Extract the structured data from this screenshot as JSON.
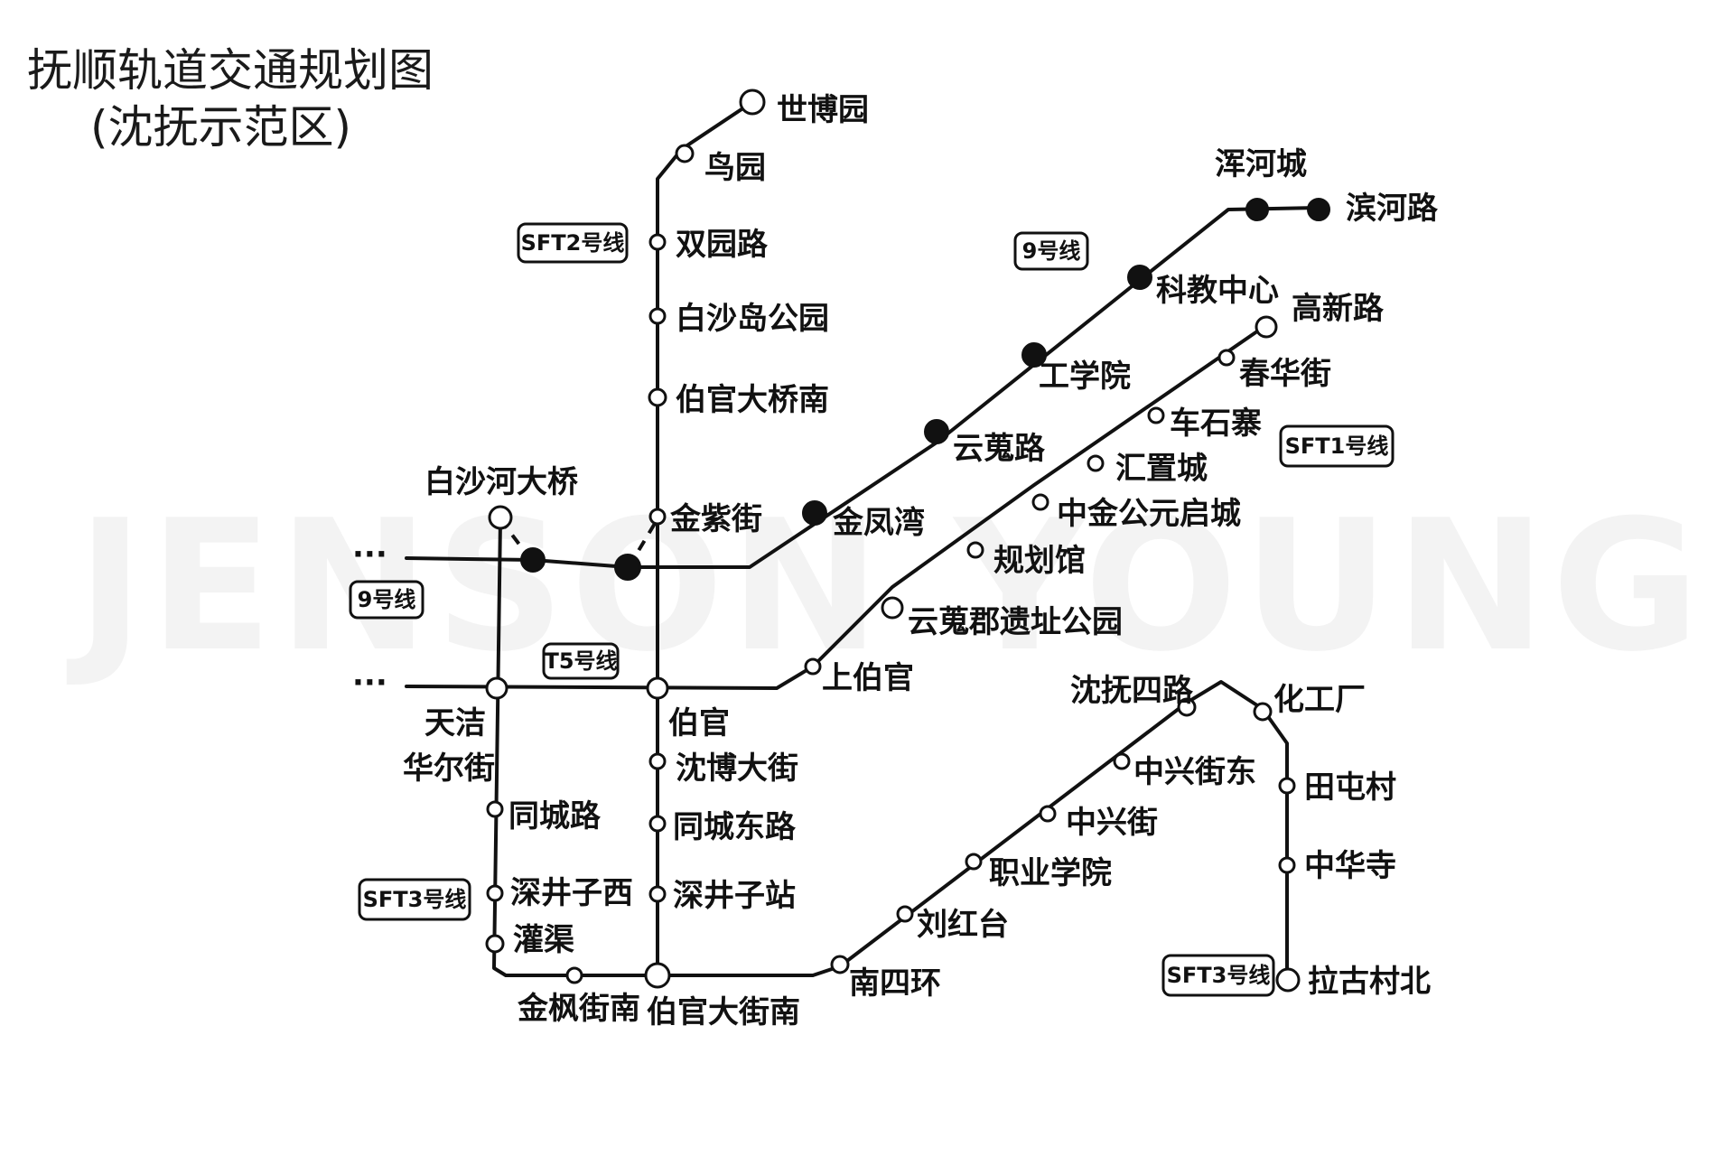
{
  "title": {
    "line1": "抚顺轨道交通规划图",
    "line2": "(沈抚示范区)"
  },
  "watermark": "JENSON YOUNG",
  "colors": {
    "ink": "#111111",
    "background": "#ffffff"
  },
  "line_badges": {
    "sft2": "SFT2号线",
    "line9_top": "9号线",
    "sft1": "SFT1号线",
    "line9_left": "9号线",
    "t5": "T5号线",
    "sft3_left": "SFT3号线",
    "sft3_right": "SFT3号线"
  },
  "continuation": {
    "line9": "···",
    "t5": "···"
  },
  "stations": {
    "shibo_yuan": "世博园",
    "niao_yuan": "鸟园",
    "shuangyuan_lu": "双园路",
    "baisha_dao_park": "白沙岛公园",
    "boguan_daqiao_nan": "伯官大桥南",
    "baisha_he_daqiao": "白沙河大桥",
    "jinzi_jie": "金紫街",
    "hunhe_cheng": "浑河城",
    "binhe_lu": "滨河路",
    "keji_zhongxin": "科教中心",
    "gong_xueyuan": "工学院",
    "yunsui_lu": "云蒐路",
    "jinfeng_wan": "金凤湾",
    "gaoxin_lu": "高新路",
    "chunhua_jie": "春华街",
    "chezhai": "车石寨",
    "huizhi_cheng": "汇置城",
    "zhonghe_cheng": "中金公元启城",
    "guihua_guan": "规划馆",
    "site_park": "云蒐郡遗址公园",
    "shang_boguan": "上伯官",
    "boguan": "伯官",
    "tianjie": "天洁",
    "huaer_jie": "华尔街",
    "shenbo_dajie": "沈博大街",
    "tongcheng_lu": "同城路",
    "tongcheng_dong_lu": "同城东路",
    "shenjingzi_xi": "深井子西",
    "shenjingzi_zhan": "深井子站",
    "guanqu": "灌渠",
    "jinfeng_jie_nan": "金枫街南",
    "boguan_dajie_nan": "伯官大街南",
    "nan_sihuan": "南四环",
    "liuhongtai": "刘红台",
    "zhiye_xueyuan": "职业学院",
    "zhongxing_jie": "中兴街",
    "zhongxing_dong": "中兴街东",
    "shenfu_lu": "沈抚四路",
    "huagong_chang": "化工厂",
    "tiantun_cun": "田屯村",
    "zhonghua_si": "中华寺",
    "lagu_cun_bei": "拉古村北"
  }
}
